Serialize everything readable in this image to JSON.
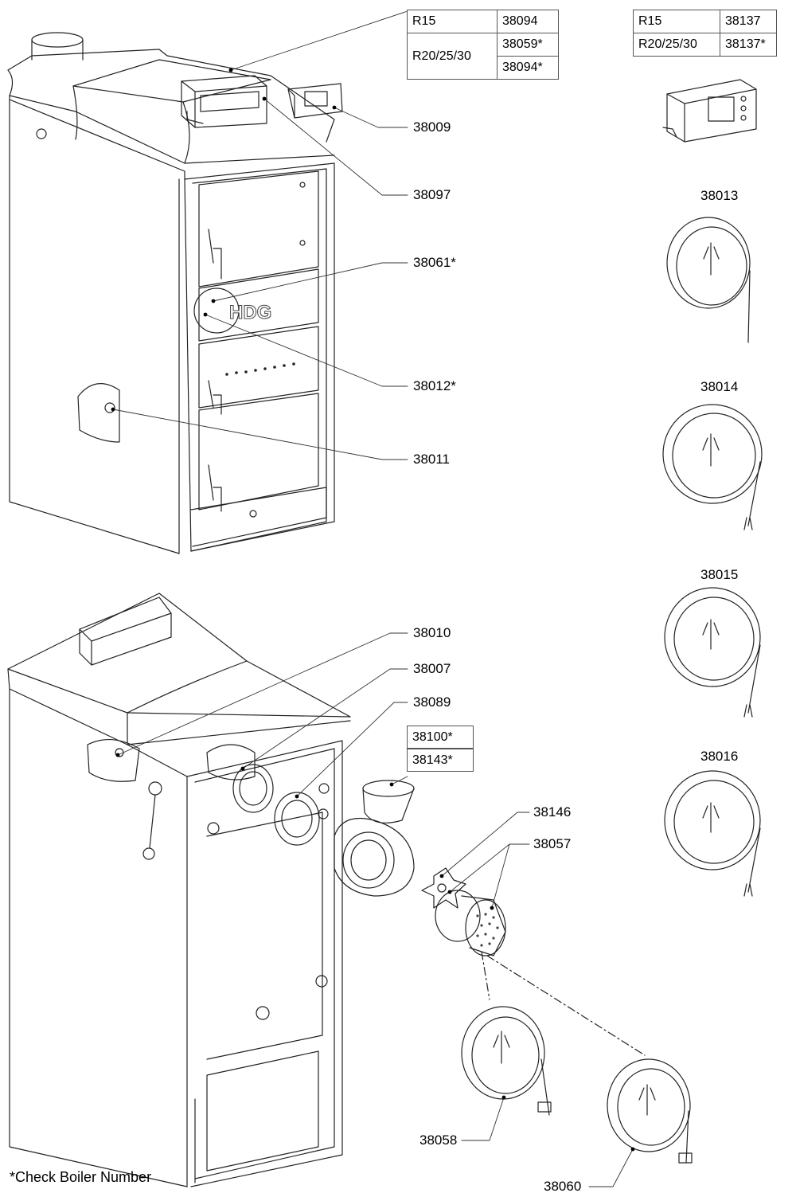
{
  "table_left": {
    "rows": [
      {
        "model": "R15",
        "parts": [
          "38094"
        ]
      },
      {
        "model": "R20/25/30",
        "parts": [
          "38059*",
          "38094*"
        ]
      }
    ]
  },
  "table_right": {
    "rows": [
      {
        "model": "R15",
        "part": "38137"
      },
      {
        "model": "R20/25/30",
        "part": "38137*"
      }
    ]
  },
  "callouts": {
    "c38009": "38009",
    "c38097": "38097",
    "c38061": "38061*",
    "c38012": "38012*",
    "c38011": "38011",
    "c38013": "38013",
    "c38014": "38014",
    "c38015": "38015",
    "c38016": "38016",
    "c38010": "38010",
    "c38007": "38007",
    "c38089": "38089",
    "c38100": "38100*",
    "c38143": "38143*",
    "c38146": "38146",
    "c38057": "38057",
    "c38058": "38058",
    "c38060": "38060"
  },
  "brand_logo": "HDG",
  "footnote": "*Check Boiler Number"
}
